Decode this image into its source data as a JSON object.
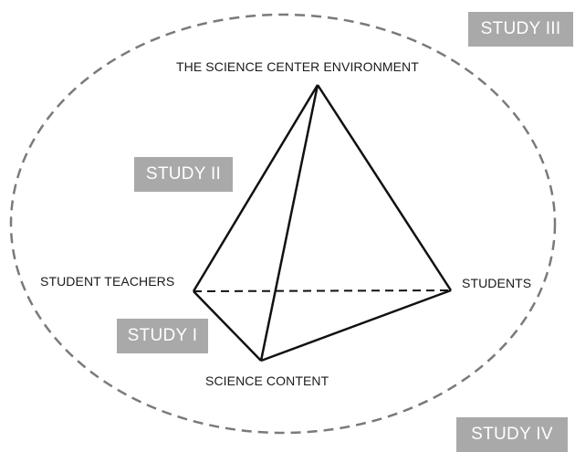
{
  "diagram": {
    "vertices": {
      "top": "THE SCIENCE CENTER ENVIRONMENT",
      "left": "STUDENT TEACHERS",
      "right": "STUDENTS",
      "bottom": "SCIENCE CONTENT"
    },
    "studies": {
      "study_1": "STUDY I",
      "study_2": "STUDY II",
      "study_3": "STUDY III",
      "study_4": "STUDY IV"
    },
    "colors": {
      "study_box": "#a9a9a9",
      "study_text": "#ffffff",
      "lines": "#111111",
      "ellipse": "#7a7a7a"
    }
  }
}
